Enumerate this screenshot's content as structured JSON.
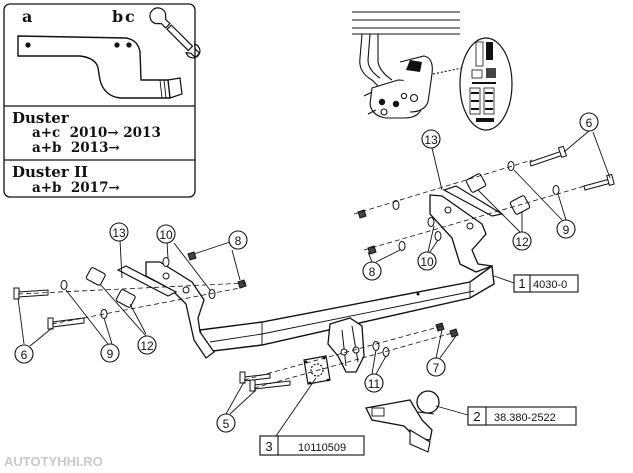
{
  "inset": {
    "point_labels": {
      "a": "a",
      "b": "b",
      "c": "c"
    },
    "legend": [
      {
        "model": "Duster",
        "lines": [
          "a+c  2010→ 2013",
          "a+b  2013→"
        ]
      },
      {
        "model": "Duster II",
        "lines": [
          "a+b  2017→"
        ]
      }
    ]
  },
  "callouts": [
    "13",
    "10",
    "8",
    "6",
    "9",
    "12",
    "13",
    "8",
    "10",
    "12",
    "9",
    "6",
    "7",
    "11",
    "5"
  ],
  "parts": [
    {
      "num": "1",
      "code": "4030-0"
    },
    {
      "num": "2",
      "code": "38.380-2522"
    },
    {
      "num": "3",
      "code": "10110509"
    }
  ],
  "watermark": "AUTOTYHHI.RO",
  "icons": {
    "wrench": "wrench-icon"
  }
}
